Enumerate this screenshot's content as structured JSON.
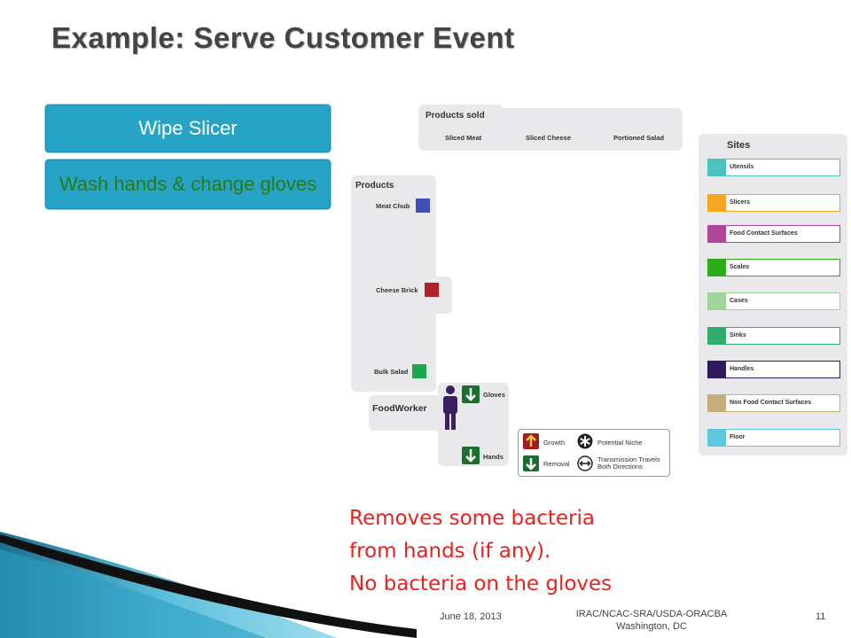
{
  "slide": {
    "title": "Example: Serve Customer Event",
    "steps": [
      "Wipe Slicer",
      "Wash hands & change gloves"
    ],
    "notes": [
      "Removes some bacteria",
      "from hands (if any).",
      "No bacteria on the gloves"
    ],
    "footer": {
      "date": "June 18, 2013",
      "org_line1": "IRAC/NCAC-SRA/USDA-ORACBA",
      "org_line2": "Washington, DC",
      "page": "11"
    }
  },
  "diagram": {
    "products_sold_title": "Products sold",
    "products_sold": [
      "Sliced Meat",
      "Sliced Cheese",
      "Portioned Salad"
    ],
    "products_title": "Products",
    "products": [
      {
        "label": "Meat Chub",
        "color": "#3f51b5"
      },
      {
        "label": "Cheese Brick",
        "color": "#b2202c"
      },
      {
        "label": "Bulk Salad",
        "color": "#1aa84a"
      }
    ],
    "foodworker_title": "FoodWorker",
    "foodworker_items": [
      "Gloves",
      "Hands"
    ],
    "sites_title": "Sites",
    "sites": [
      {
        "label": "Utensils",
        "color": "#4cc3bf"
      },
      {
        "label": "Slicers",
        "color": "#f5a623"
      },
      {
        "label": "Food Contact Surfaces",
        "color": "#b0479a"
      },
      {
        "label": "Scales",
        "color": "#2eaa1c"
      },
      {
        "label": "Cases",
        "color": "#9fd49a"
      },
      {
        "label": "Sinks",
        "color": "#2fae6b"
      },
      {
        "label": "Handles",
        "color": "#2d1b5e"
      },
      {
        "label": "Non Food Contact Surfaces",
        "color": "#c8ad7a"
      },
      {
        "label": "Floor",
        "color": "#5fc8e0"
      }
    ],
    "legend": {
      "growth": "Growth",
      "removal": "Removal",
      "niche": "Potential Niche",
      "transmission": "Transmission Travels Both Directions"
    }
  }
}
